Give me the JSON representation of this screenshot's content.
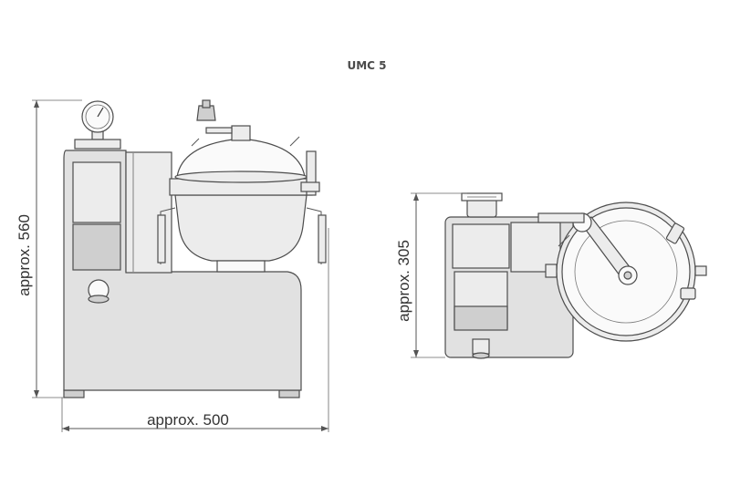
{
  "title": "UMC 5",
  "dimensions": {
    "front_height": "approx. 560",
    "front_width": "approx. 500",
    "top_height": "approx. 305"
  }
}
